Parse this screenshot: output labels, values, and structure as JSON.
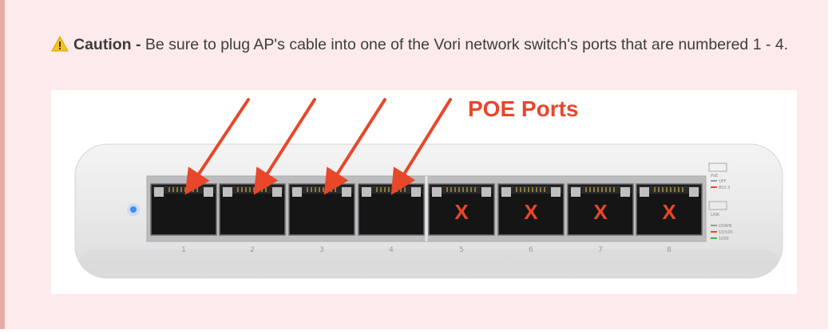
{
  "callout": {
    "icon": "warning-icon",
    "label": "Caution -",
    "message": "Be sure to plug AP's cable into one of the Vori network switch's ports that are numbered 1 - 4."
  },
  "figure": {
    "annotation": "POE Ports",
    "port_numbers": [
      "1",
      "2",
      "3",
      "4",
      "5",
      "6",
      "7",
      "8"
    ],
    "non_poe_mark": "X",
    "legend": {
      "poe_label": "PoE",
      "poe_states": [
        "OFF",
        "802.3"
      ],
      "link_label": "LINK",
      "link_states": [
        "DOWN",
        "10/100",
        "1000"
      ]
    },
    "colors": {
      "arrow": "#e8472a",
      "led_blue": "#3f8ff0"
    }
  }
}
